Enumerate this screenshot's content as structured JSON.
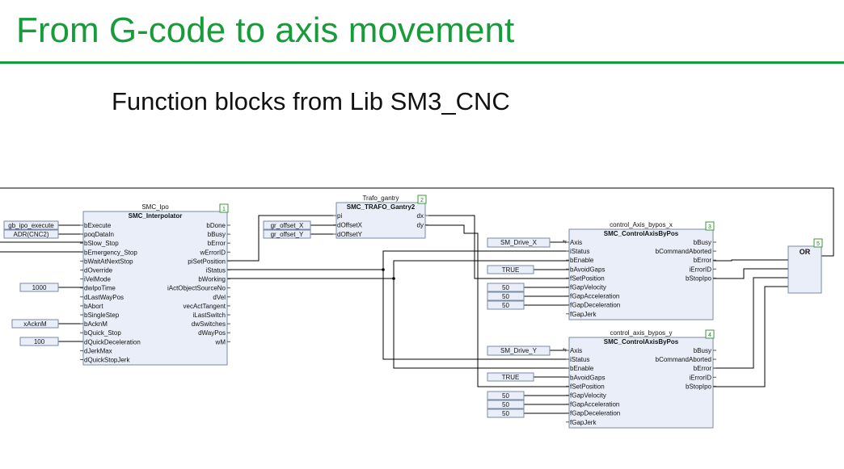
{
  "title": "From G-code to axis movement",
  "subtitle": "Function blocks from Lib SM3_CNC",
  "blocks": [
    {
      "instance": "SMC_Ipo",
      "type": "SMC_Interpolator",
      "number": "1",
      "inputs": [
        "bExecute",
        "poqDataIn",
        "bSlow_Stop",
        "bEmergency_Stop",
        "bWaitAtNextStop",
        "dOverride",
        "iVelMode",
        "dwIpoTime",
        "dLastWayPos",
        "bAbort",
        "bSingleStep",
        "bAcknM",
        "bQuick_Stop",
        "dQuickDeceleration",
        "dJerkMax",
        "dQuickStopJerk"
      ],
      "outputs": [
        "bDone",
        "bBusy",
        "bError",
        "wErrorID",
        "piSetPosition",
        "iStatus",
        "bWorking",
        "iActObjectSourceNo",
        "dVel",
        "vecActTangent",
        "iLastSwitch",
        "dwSwitches",
        "dWayPos",
        "wM"
      ]
    },
    {
      "instance": "Trafo_gantry",
      "type": "SMC_TRAFO_Gantry2",
      "number": "2",
      "inputs": [
        "pi",
        "dOffsetX",
        "dOffsetY"
      ],
      "outputs": [
        "dx",
        "dy"
      ]
    },
    {
      "instance": "control_Axis_bypos_x",
      "type": "SMC_ControlAxisByPos",
      "number": "3",
      "inputs": [
        "Axis",
        "iStatus",
        "bEnable",
        "bAvoidGaps",
        "fSetPosition",
        "fGapVelocity",
        "fGapAcceleration",
        "fGapDeceleration",
        "fGapJerk"
      ],
      "outputs": [
        "bBusy",
        "bCommandAborted",
        "bError",
        "iErrorID",
        "bStopIpo"
      ]
    },
    {
      "instance": "control_axis_bypos_y",
      "type": "SMC_ControlAxisByPos",
      "number": "4",
      "inputs": [
        "Axis",
        "iStatus",
        "bEnable",
        "bAvoidGaps",
        "fSetPosition",
        "fGapVelocity",
        "fGapAcceleration",
        "fGapDeceleration",
        "fGapJerk"
      ],
      "outputs": [
        "bBusy",
        "bCommandAborted",
        "bError",
        "iErrorID",
        "bStopIpo"
      ]
    },
    {
      "instance": "",
      "type": "OR",
      "number": "5",
      "inputs": [],
      "outputs": []
    }
  ],
  "input_values": {
    "gb_ipo_execute": "gb_ipo_execute",
    "adr_cnc2": "ADR(CNC2)",
    "ipo_time": "1000",
    "ackn_m": "xAcknM",
    "quick_decel": "100",
    "gr_offset_x": "gr_offset_X",
    "gr_offset_y": "gr_offset_Y",
    "drive_x": "SM_Drive_X",
    "true_x": "TRUE",
    "gap_vel_x": "50",
    "gap_acc_x": "50",
    "gap_dec_x": "50",
    "drive_y": "SM_Drive_Y",
    "true_y": "TRUE",
    "gap_vel_y": "50",
    "gap_acc_y": "50",
    "gap_dec_y": "50"
  }
}
